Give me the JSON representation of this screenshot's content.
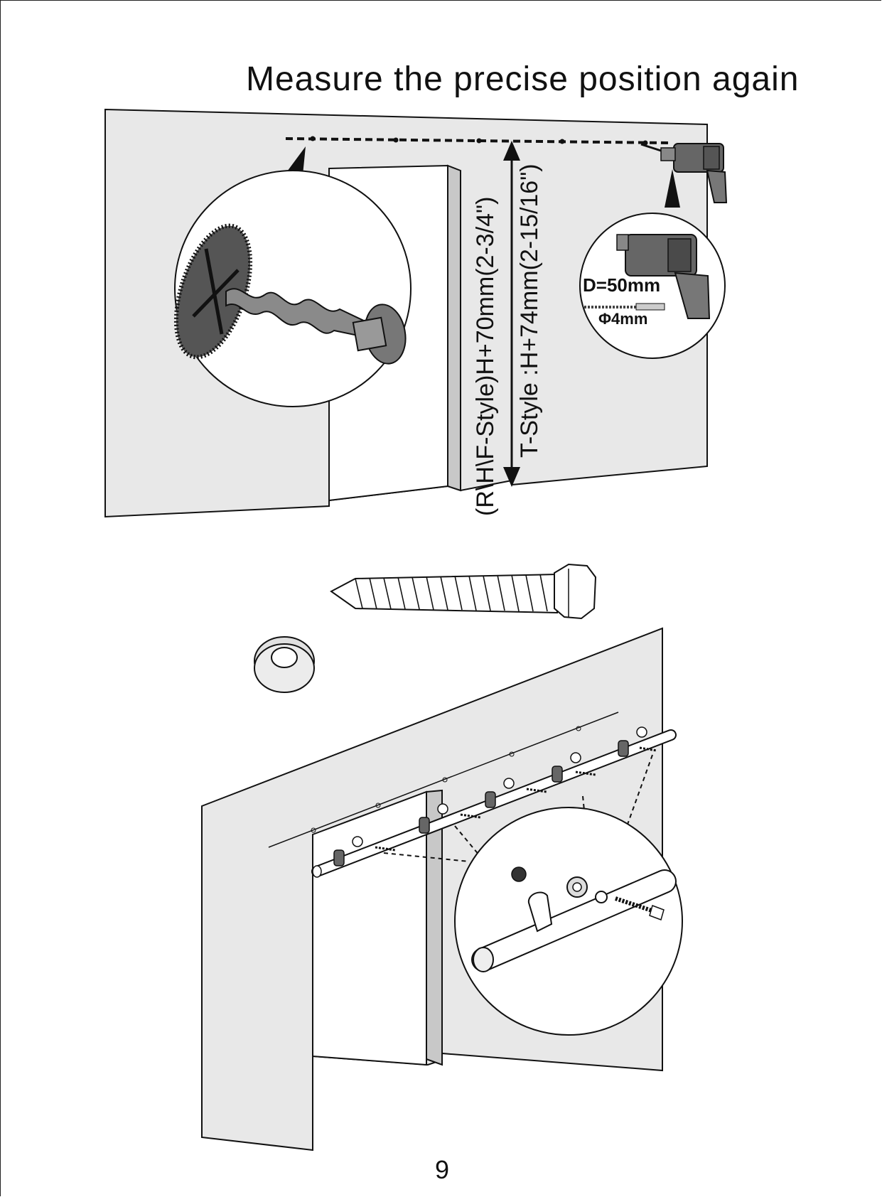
{
  "title": "Measure the precise position again",
  "measurement_rh_f": "(R\\H\\F-Style)H+70mm(2-3/4\")",
  "measurement_t": "T-Style :H+74mm(2-15/16\")",
  "drill_depth": "D=50mm",
  "drill_diameter": "Φ4mm",
  "page_number": "9",
  "colors": {
    "wall": "#e8e8e8",
    "line": "#111111",
    "tool": "#555555"
  }
}
